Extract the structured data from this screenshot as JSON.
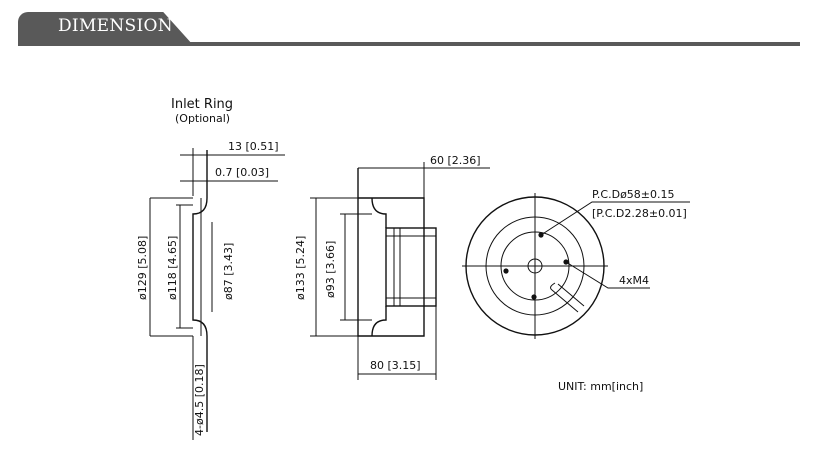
{
  "header": {
    "title": "DIMENSION"
  },
  "inlet_ring": {
    "title": "Inlet Ring",
    "subtitle": "(Optional)",
    "dim_width": "13 [0.51]",
    "dim_thickness": "0.7 [0.03]",
    "dim_outer": "ø129 [5.08]",
    "dim_mid": "ø118 [4.65]",
    "dim_inner": "ø87 [3.43]",
    "dim_holes": "4-ø4.5 [0.18]"
  },
  "fan_side": {
    "dim_depth": "60 [2.36]",
    "dim_outer": "ø133 [5.24]",
    "dim_inlet": "ø93 [3.66]",
    "dim_length": "80 [3.15]"
  },
  "fan_front": {
    "pcd_mm": "P.C.Dø58±0.15",
    "pcd_inch": "[P.C.D2.28±0.01]",
    "screws": "4xM4"
  },
  "unit_note": "UNIT: mm[inch]"
}
